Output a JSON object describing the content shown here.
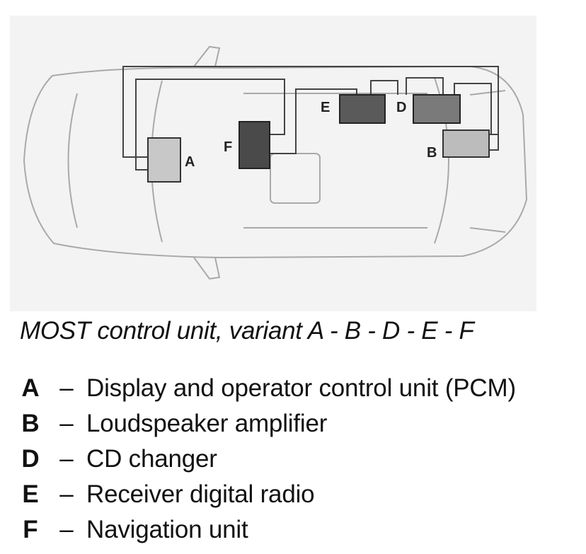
{
  "figure": {
    "units": [
      {
        "key": "A",
        "color": "#c8c8c8"
      },
      {
        "key": "B",
        "color": "#bcbcbc"
      },
      {
        "key": "D",
        "color": "#7a7a7a"
      },
      {
        "key": "E",
        "color": "#5a5a5a"
      },
      {
        "key": "F",
        "color": "#4a4a4a"
      }
    ]
  },
  "caption": "MOST control unit, variant A - B - D - E - F",
  "legend": [
    {
      "key": "A",
      "dash": "–",
      "text": "Display and operator control unit (PCM)"
    },
    {
      "key": "B",
      "dash": "–",
      "text": "Loudspeaker amplifier"
    },
    {
      "key": "D",
      "dash": "–",
      "text": "CD changer"
    },
    {
      "key": "E",
      "dash": "–",
      "text": "Receiver digital radio"
    },
    {
      "key": "F",
      "dash": "–",
      "text": "Navigation unit"
    }
  ]
}
